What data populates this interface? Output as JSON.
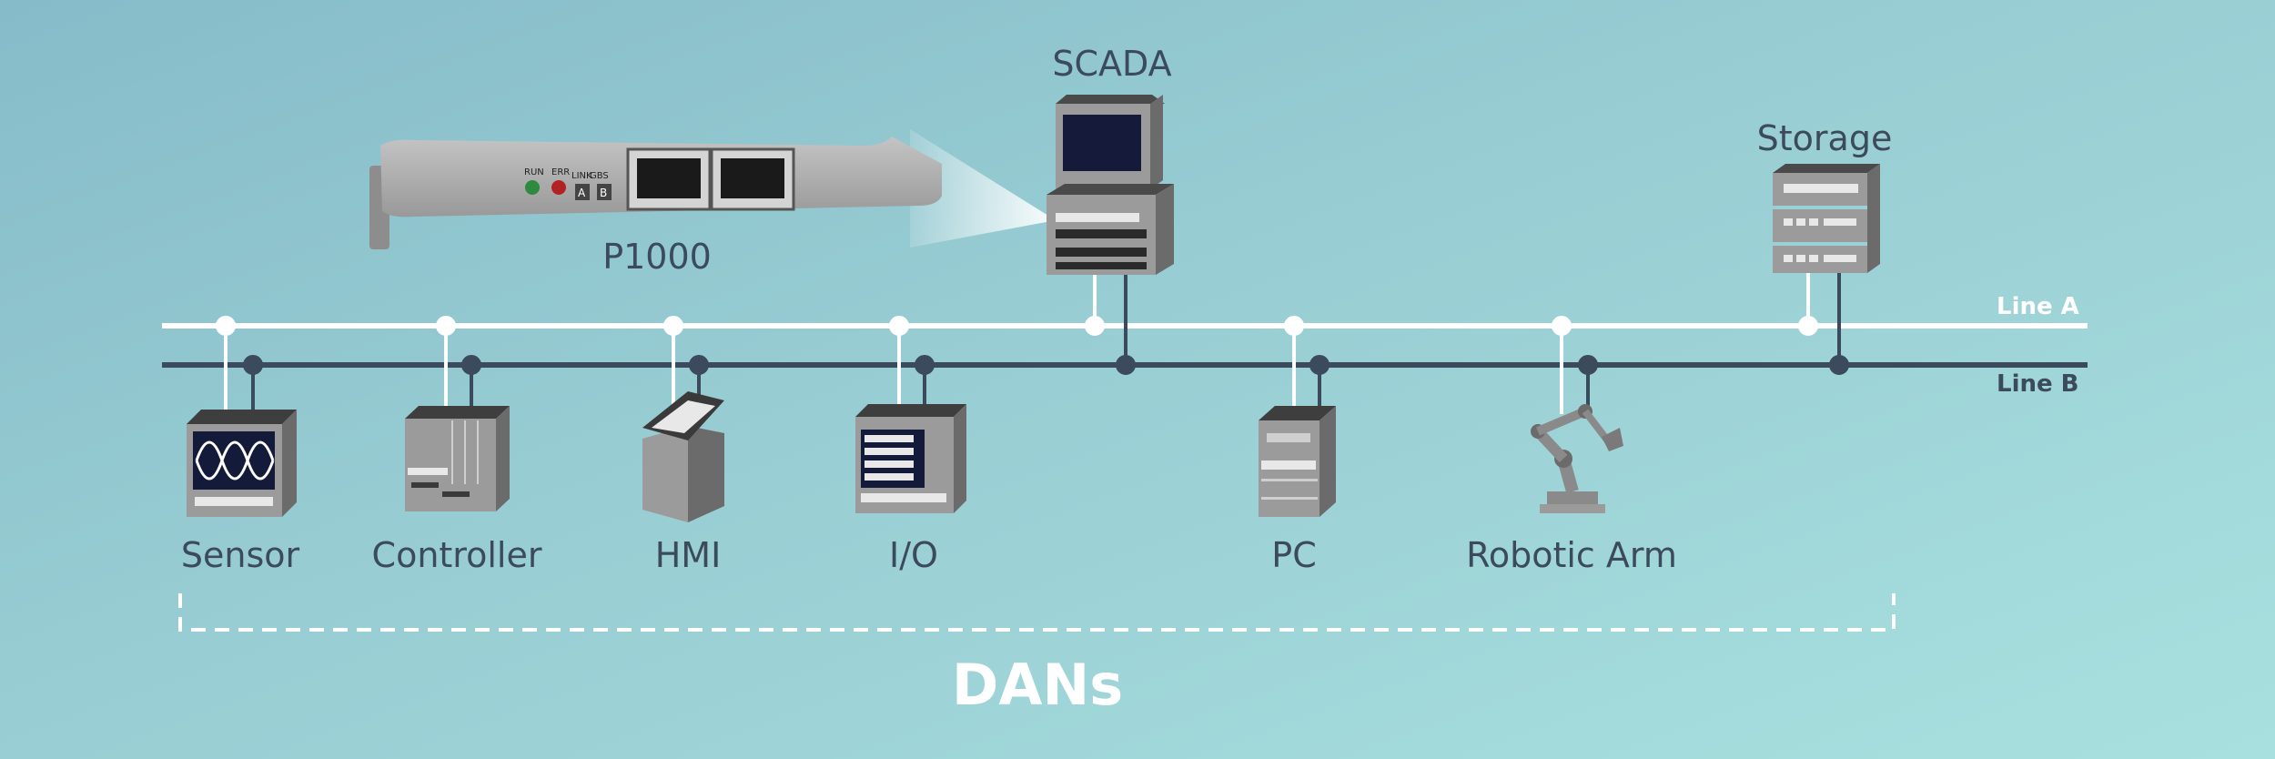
{
  "card": {
    "name": "P1000",
    "led_labels": [
      "RUN",
      "ERR",
      "LINK",
      "GBS"
    ],
    "port_labels": [
      "A",
      "B"
    ]
  },
  "nodes": {
    "scada": "SCADA",
    "storage": "Storage",
    "sensor": "Sensor",
    "controller": "Controller",
    "hmi": "HMI",
    "io": "I/O",
    "pc": "PC",
    "robotic_arm": "Robotic Arm"
  },
  "lines": {
    "a": "Line A",
    "b": "Line B"
  },
  "group_label": "DANs",
  "colors": {
    "line_a": "#ffffff",
    "line_b": "#3b4a5c",
    "label": "#3b4a5c",
    "device": "#9a9a9a"
  }
}
